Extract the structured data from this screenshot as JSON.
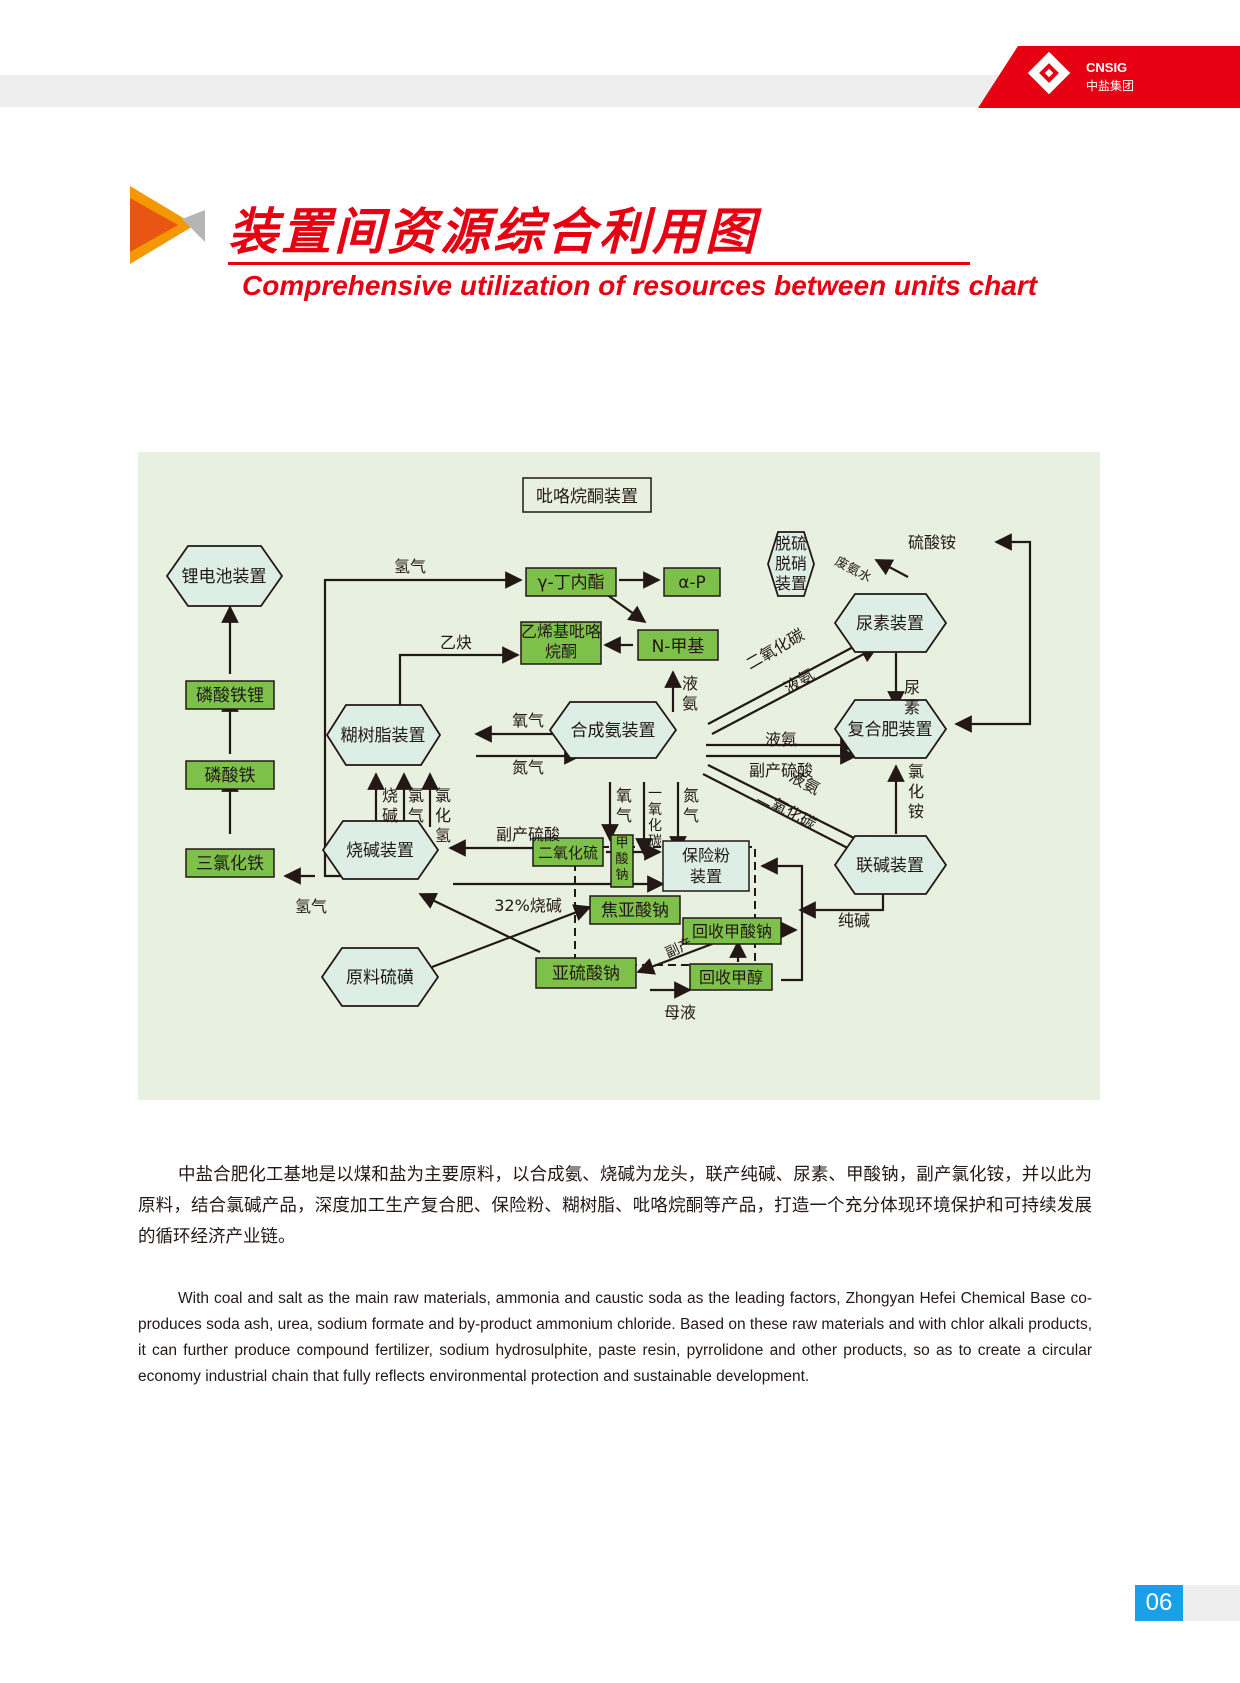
{
  "header": {
    "brand_en": "CNSIG",
    "brand_cn": "中盐集团",
    "title_cn": "装置间资源综合利用图",
    "title_en": "Comprehensive utilization of resources between units chart"
  },
  "colors": {
    "accent": "#e60012",
    "diagram_bg": "#e8f1e0",
    "green_box": "#7dc04a",
    "hex_fill": "#ddeee6",
    "page_tab": "#1aa0e8"
  },
  "diagram": {
    "nodes": {
      "pyrrolidone_unit": "吡咯烷酮装置",
      "gbl": "γ-丁内酯",
      "alpha_p": "α-P",
      "nvp": "乙烯基吡咯烷酮",
      "nmp": "N-甲基",
      "desulfur": "脱硫脱硝装置",
      "lithium": "锂电池装置",
      "lfp": "磷酸铁锂",
      "fepo4": "磷酸铁",
      "fecl3": "三氯化铁",
      "paste_resin": "糊树脂装置",
      "ammonia": "合成氨装置",
      "urea_unit": "尿素装置",
      "compound_fert": "复合肥装置",
      "caustic": "烧碱装置",
      "so2": "二氧化硫",
      "hcoona": "甲酸钠",
      "hydrosulfite": "保险粉装置",
      "soda_unit": "联碱装置",
      "metabisulfite": "焦亚酸钠",
      "recover_formate": "回收甲酸钠",
      "sulfite": "亚硫酸钠",
      "recover_methanol": "回收甲醇",
      "sulfur": "原料硫磺"
    },
    "labels": {
      "hydrogen_top": "氢气",
      "acetylene": "乙炔",
      "oxygen": "氧气",
      "nitrogen": "氮气",
      "liquid_ammonia_up": "液氨",
      "co2_upper": "二氧化碳",
      "liquid_ammonia_urea": "液氨",
      "liquid_ammonia_fert": "液氨",
      "byproduct_acid_fert": "副产硫酸",
      "liquid_ammonia_soda": "液氨",
      "co2_lower": "二氧化碳",
      "ammonium_sulfate": "硫酸铵",
      "waste_ammonia_water": "废氨水",
      "urea": "尿素",
      "ammonium_chloride": "氯化铵",
      "caustic_soda": "烧碱",
      "chlorine": "氯气",
      "hcl": "氯化氢",
      "byproduct_acid": "副产硫酸",
      "hydrogen_bottom": "氢气",
      "caustic_32": "32%烧碱",
      "oxygen_down": "氧气",
      "co_down": "一氧化碳",
      "nitrogen_down": "氮气",
      "soda_ash": "纯碱",
      "mother_liquor": "母液",
      "byproduct": "副产"
    }
  },
  "body": {
    "para_cn": "中盐合肥化工基地是以煤和盐为主要原料，以合成氨、烧碱为龙头，联产纯碱、尿素、甲酸钠，副产氯化铵，并以此为原料，结合氯碱产品，深度加工生产复合肥、保险粉、糊树脂、吡咯烷酮等产品，打造一个充分体现环境保护和可持续发展的循环经济产业链。",
    "para_en": "With coal and salt as the main raw materials, ammonia and caustic soda as the leading factors, Zhongyan Hefei Chemical Base co-produces soda ash, urea, sodium formate and by-product ammonium chloride. Based on these raw materials and with chlor alkali products, it can further produce compound fertilizer, sodium hydrosulphite, paste resin, pyrrolidone and other products, so as to create a circular economy industrial chain that fully reflects environmental protection and sustainable development."
  },
  "footer": {
    "page_number": "06"
  }
}
